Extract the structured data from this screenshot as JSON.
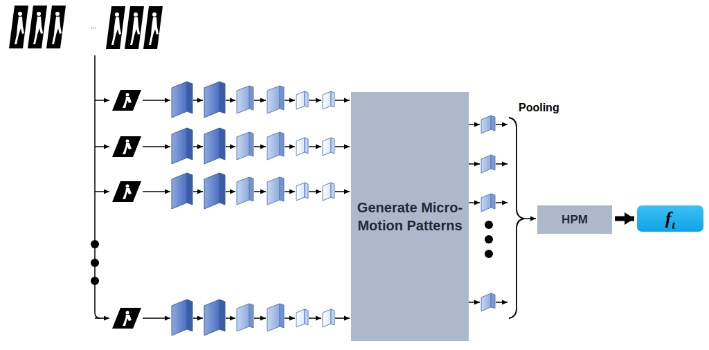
{
  "diagram": {
    "nodes": [
      {
        "text": [
          "Generate Micro-Motion Patterns"
        ]
      },
      {
        "text": [
          "HPM"
        ]
      },
      {
        "text": [
          "f",
          "t"
        ]
      }
    ],
    "edges": [
      {
        "from": 1,
        "to": 2,
        "arrow": "to"
      }
    ],
    "labels": [
      "...",
      "Pooling"
    ]
  }
}
